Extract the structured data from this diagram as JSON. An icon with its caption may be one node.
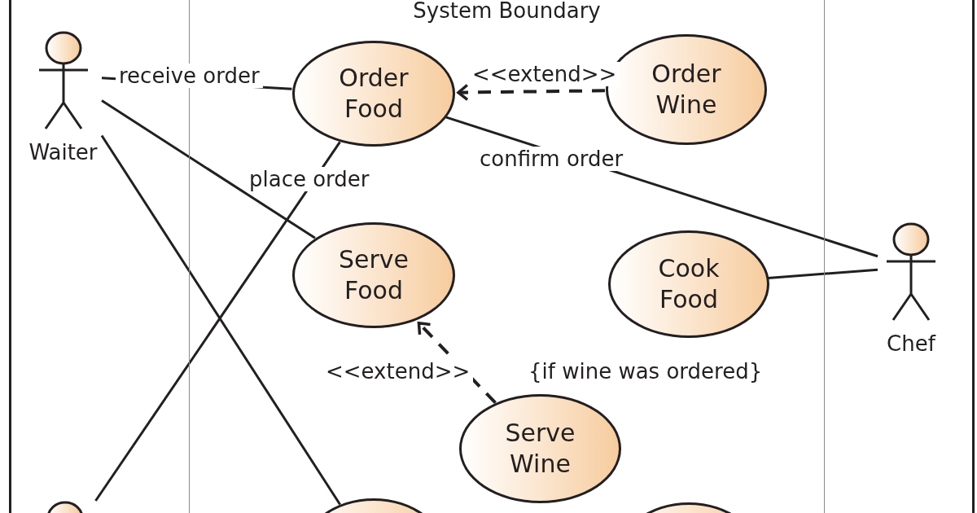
{
  "diagram": {
    "nodes": [
      {
        "text": [
          "System Boundary"
        ]
      },
      {
        "text": [
          "Waiter"
        ]
      },
      {
        "text": [
          "Order Food"
        ],
        "in": 0
      },
      {
        "text": [
          "Order Wine"
        ],
        "in": 0
      },
      {
        "text": [
          "Serve Food"
        ],
        "in": 0
      },
      {
        "text": [
          "Cook Food"
        ],
        "in": 0
      },
      {
        "text": [
          "Chef"
        ]
      },
      {
        "text": [
          "Serve Wine"
        ],
        "in": 0
      },
      {
        "text": [],
        "shape": "person"
      },
      {
        "text": [],
        "shape": "ellipse",
        "in": 0
      },
      {
        "text": [],
        "shape": "ellipse",
        "in": 0
      }
    ],
    "edges": [
      {
        "from": 1,
        "to": 2,
        "arrow": "none",
        "label": "receive order"
      },
      {
        "from": 3,
        "to": 2,
        "arrow": "to",
        "style": "dashed",
        "label": "<<extend>>"
      },
      {
        "from": 2,
        "to": 6,
        "arrow": "none",
        "label": "confirm order"
      },
      {
        "from": 5,
        "to": 6,
        "arrow": "none"
      },
      {
        "from": 1,
        "to": 4,
        "arrow": "none"
      },
      {
        "from": 7,
        "to": 4,
        "arrow": "to",
        "style": "dashed",
        "label": "<<extend>>"
      },
      {
        "from": 8,
        "to": 2,
        "arrow": "none",
        "label": "place order"
      },
      {
        "from": 1,
        "to": 9,
        "arrow": "none"
      }
    ],
    "labels": [
      "{if wine was ordered}"
    ]
  }
}
